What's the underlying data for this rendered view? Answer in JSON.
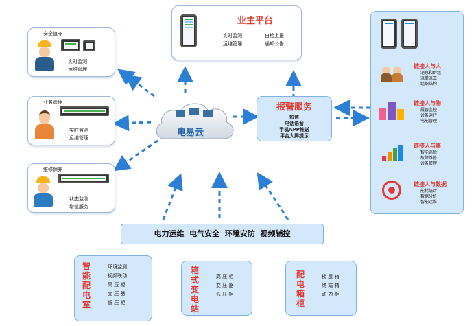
{
  "owner": {
    "title": "业主平台",
    "items": [
      "实时监测",
      "自检上报",
      "运维管理",
      "通知公告"
    ]
  },
  "persons": [
    {
      "title": "安全值守",
      "items": [
        "实时监测",
        "运维管理"
      ]
    },
    {
      "title": "业务管理",
      "items": [
        "实时监测",
        "运维管理"
      ]
    },
    {
      "title": "维修保养",
      "items": [
        "状态监测",
        "增值服务"
      ]
    }
  ],
  "cloud": {
    "label": "电易云"
  },
  "alarm": {
    "title": "报警服务",
    "items": [
      "短信",
      "电话语音",
      "手机APP推送",
      "平台大屏提示"
    ]
  },
  "links": [
    {
      "title": "链接人与人",
      "items": [
        "消息和群组",
        "派单派工",
        "组织结构"
      ]
    },
    {
      "title": "链接人与物",
      "items": [
        "履管监控",
        "设备运行",
        "电能管理"
      ]
    },
    {
      "title": "链接人与事",
      "items": [
        "智能巡检",
        "故障维修",
        "设备管理"
      ]
    },
    {
      "title": "链接人与数据",
      "items": [
        "能耗统计",
        "数据分析",
        "智能运维"
      ]
    }
  ],
  "services": {
    "text": "电力运维  电气安全  环境安防  视频辅控"
  },
  "stations": [
    {
      "title": "智能配电室",
      "items": [
        "环境监测",
        "视频联动",
        "高 压 柜",
        "变 压 器",
        "低 压 柜"
      ]
    },
    {
      "title": "箱式变电站",
      "items": [
        "高 压 柜",
        "变 压 器",
        "低 压 柜"
      ]
    },
    {
      "title": "配电箱柜",
      "items": [
        "楼 层 箱",
        "终 端 箱",
        "动 力 柜"
      ]
    }
  ],
  "colors": {
    "accent_red": "#e23a2e",
    "box_blue": "#d4e8fb",
    "arrow_blue": "#2b7fd4"
  }
}
